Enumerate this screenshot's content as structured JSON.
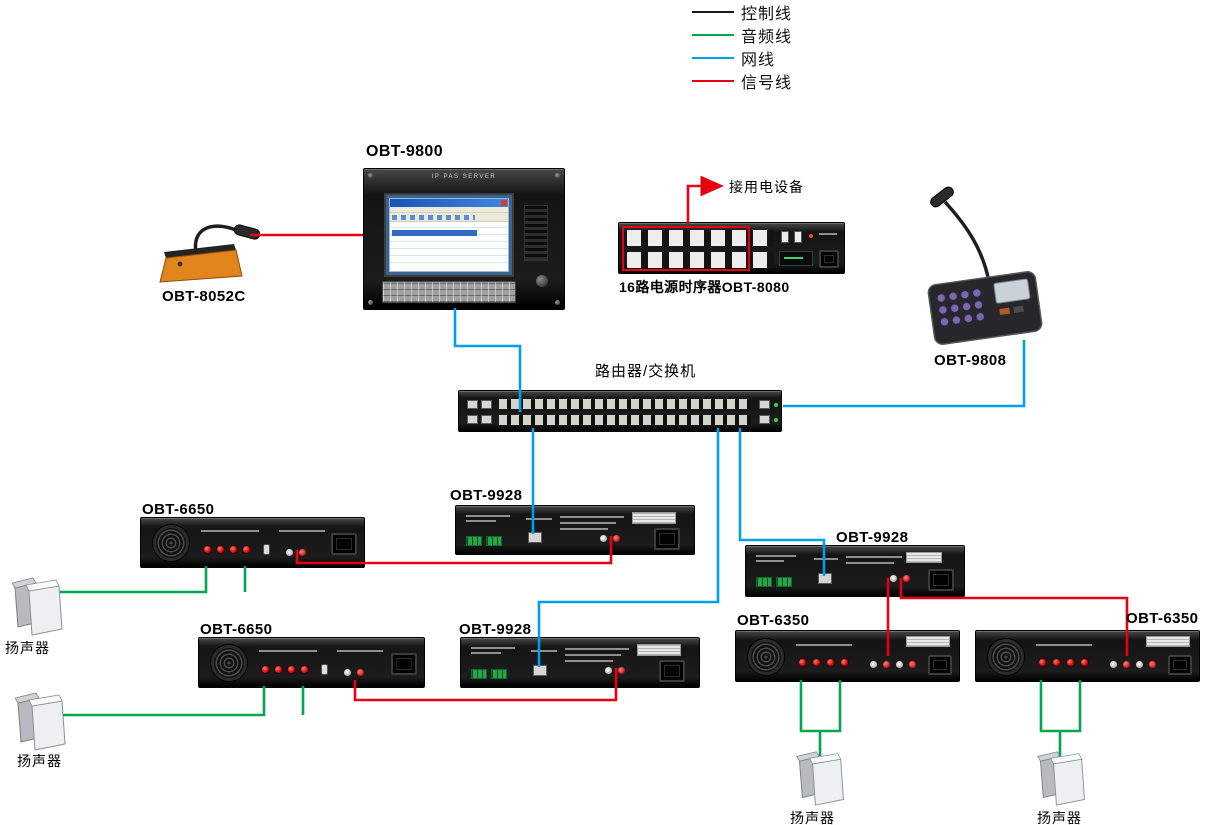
{
  "legend": {
    "items": [
      {
        "id": "control",
        "label": "控制线",
        "color": "#1a1a1a"
      },
      {
        "id": "audio",
        "label": "音频线",
        "color": "#00a651"
      },
      {
        "id": "network",
        "label": "网线",
        "color": "#00a0e9"
      },
      {
        "id": "signal",
        "label": "信号线",
        "color": "#e60012"
      }
    ]
  },
  "devices": {
    "server": {
      "label": "OBT-9800",
      "panel_text": "IP PAS SERVER"
    },
    "desk_mic": {
      "label": "OBT-8052C"
    },
    "power_sequencer": {
      "label": "16路电源时序器OBT-8080",
      "arrow_label": "接用电设备"
    },
    "paging_mic": {
      "label": "OBT-9808"
    },
    "router_switch": {
      "label": "路由器/交换机"
    },
    "terminal_a": {
      "label": "OBT-9928"
    },
    "terminal_b": {
      "label": "OBT-9928"
    },
    "terminal_c": {
      "label": "OBT-9928"
    },
    "amp_6650_a": {
      "label": "OBT-6650"
    },
    "amp_6650_b": {
      "label": "OBT-6650"
    },
    "amp_6350_a": {
      "label": "OBT-6350"
    },
    "amp_6350_b": {
      "label": "OBT-6350"
    },
    "speaker_a": {
      "label": "扬声器"
    },
    "speaker_b": {
      "label": "扬声器"
    },
    "speaker_c": {
      "label": "扬声器"
    },
    "speaker_d": {
      "label": "扬声器"
    }
  }
}
